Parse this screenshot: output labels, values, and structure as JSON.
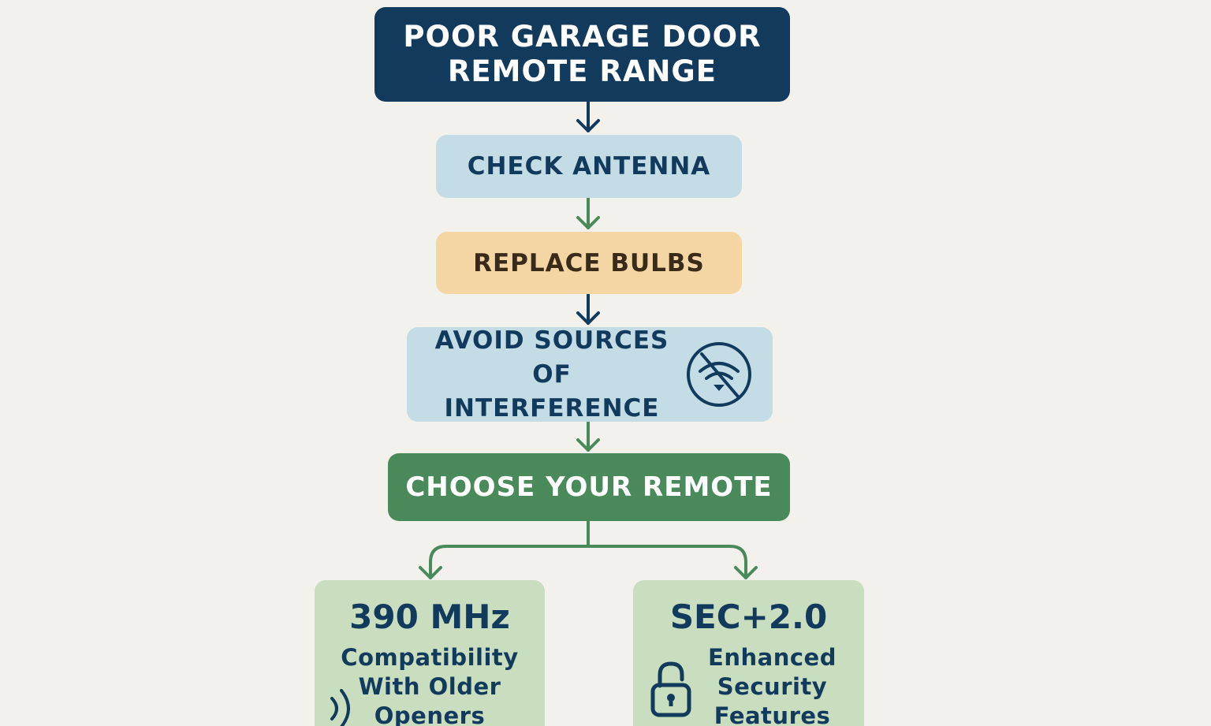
{
  "title": {
    "line1": "POOR GARAGE DOOR",
    "line2": "REMOTE RANGE"
  },
  "steps": [
    {
      "label": "CHECK ANTENNA",
      "color": "#c3dce5"
    },
    {
      "label": "REPLACE BULBS",
      "color": "#f4d6a4"
    },
    {
      "line1": "AVOID SOURCES",
      "line2": "OF INTERFERENCE",
      "icon": "no-wifi-icon",
      "color": "#c3dce5"
    },
    {
      "label": "CHOOSE YOUR REMOTE",
      "color": "#4a8a5a"
    }
  ],
  "options": [
    {
      "heading": "390 MHz",
      "desc": [
        "Compatibility",
        "With Older",
        "Openers"
      ],
      "icon": "signal-waves-icon"
    },
    {
      "heading": "SEC+2.0",
      "desc": [
        "Enhanced",
        "Security",
        "Features"
      ],
      "icon": "padlock-icon"
    }
  ],
  "colors": {
    "navy": "#123a5c",
    "green": "#4a8a5a",
    "background": "#f3f1ec"
  }
}
